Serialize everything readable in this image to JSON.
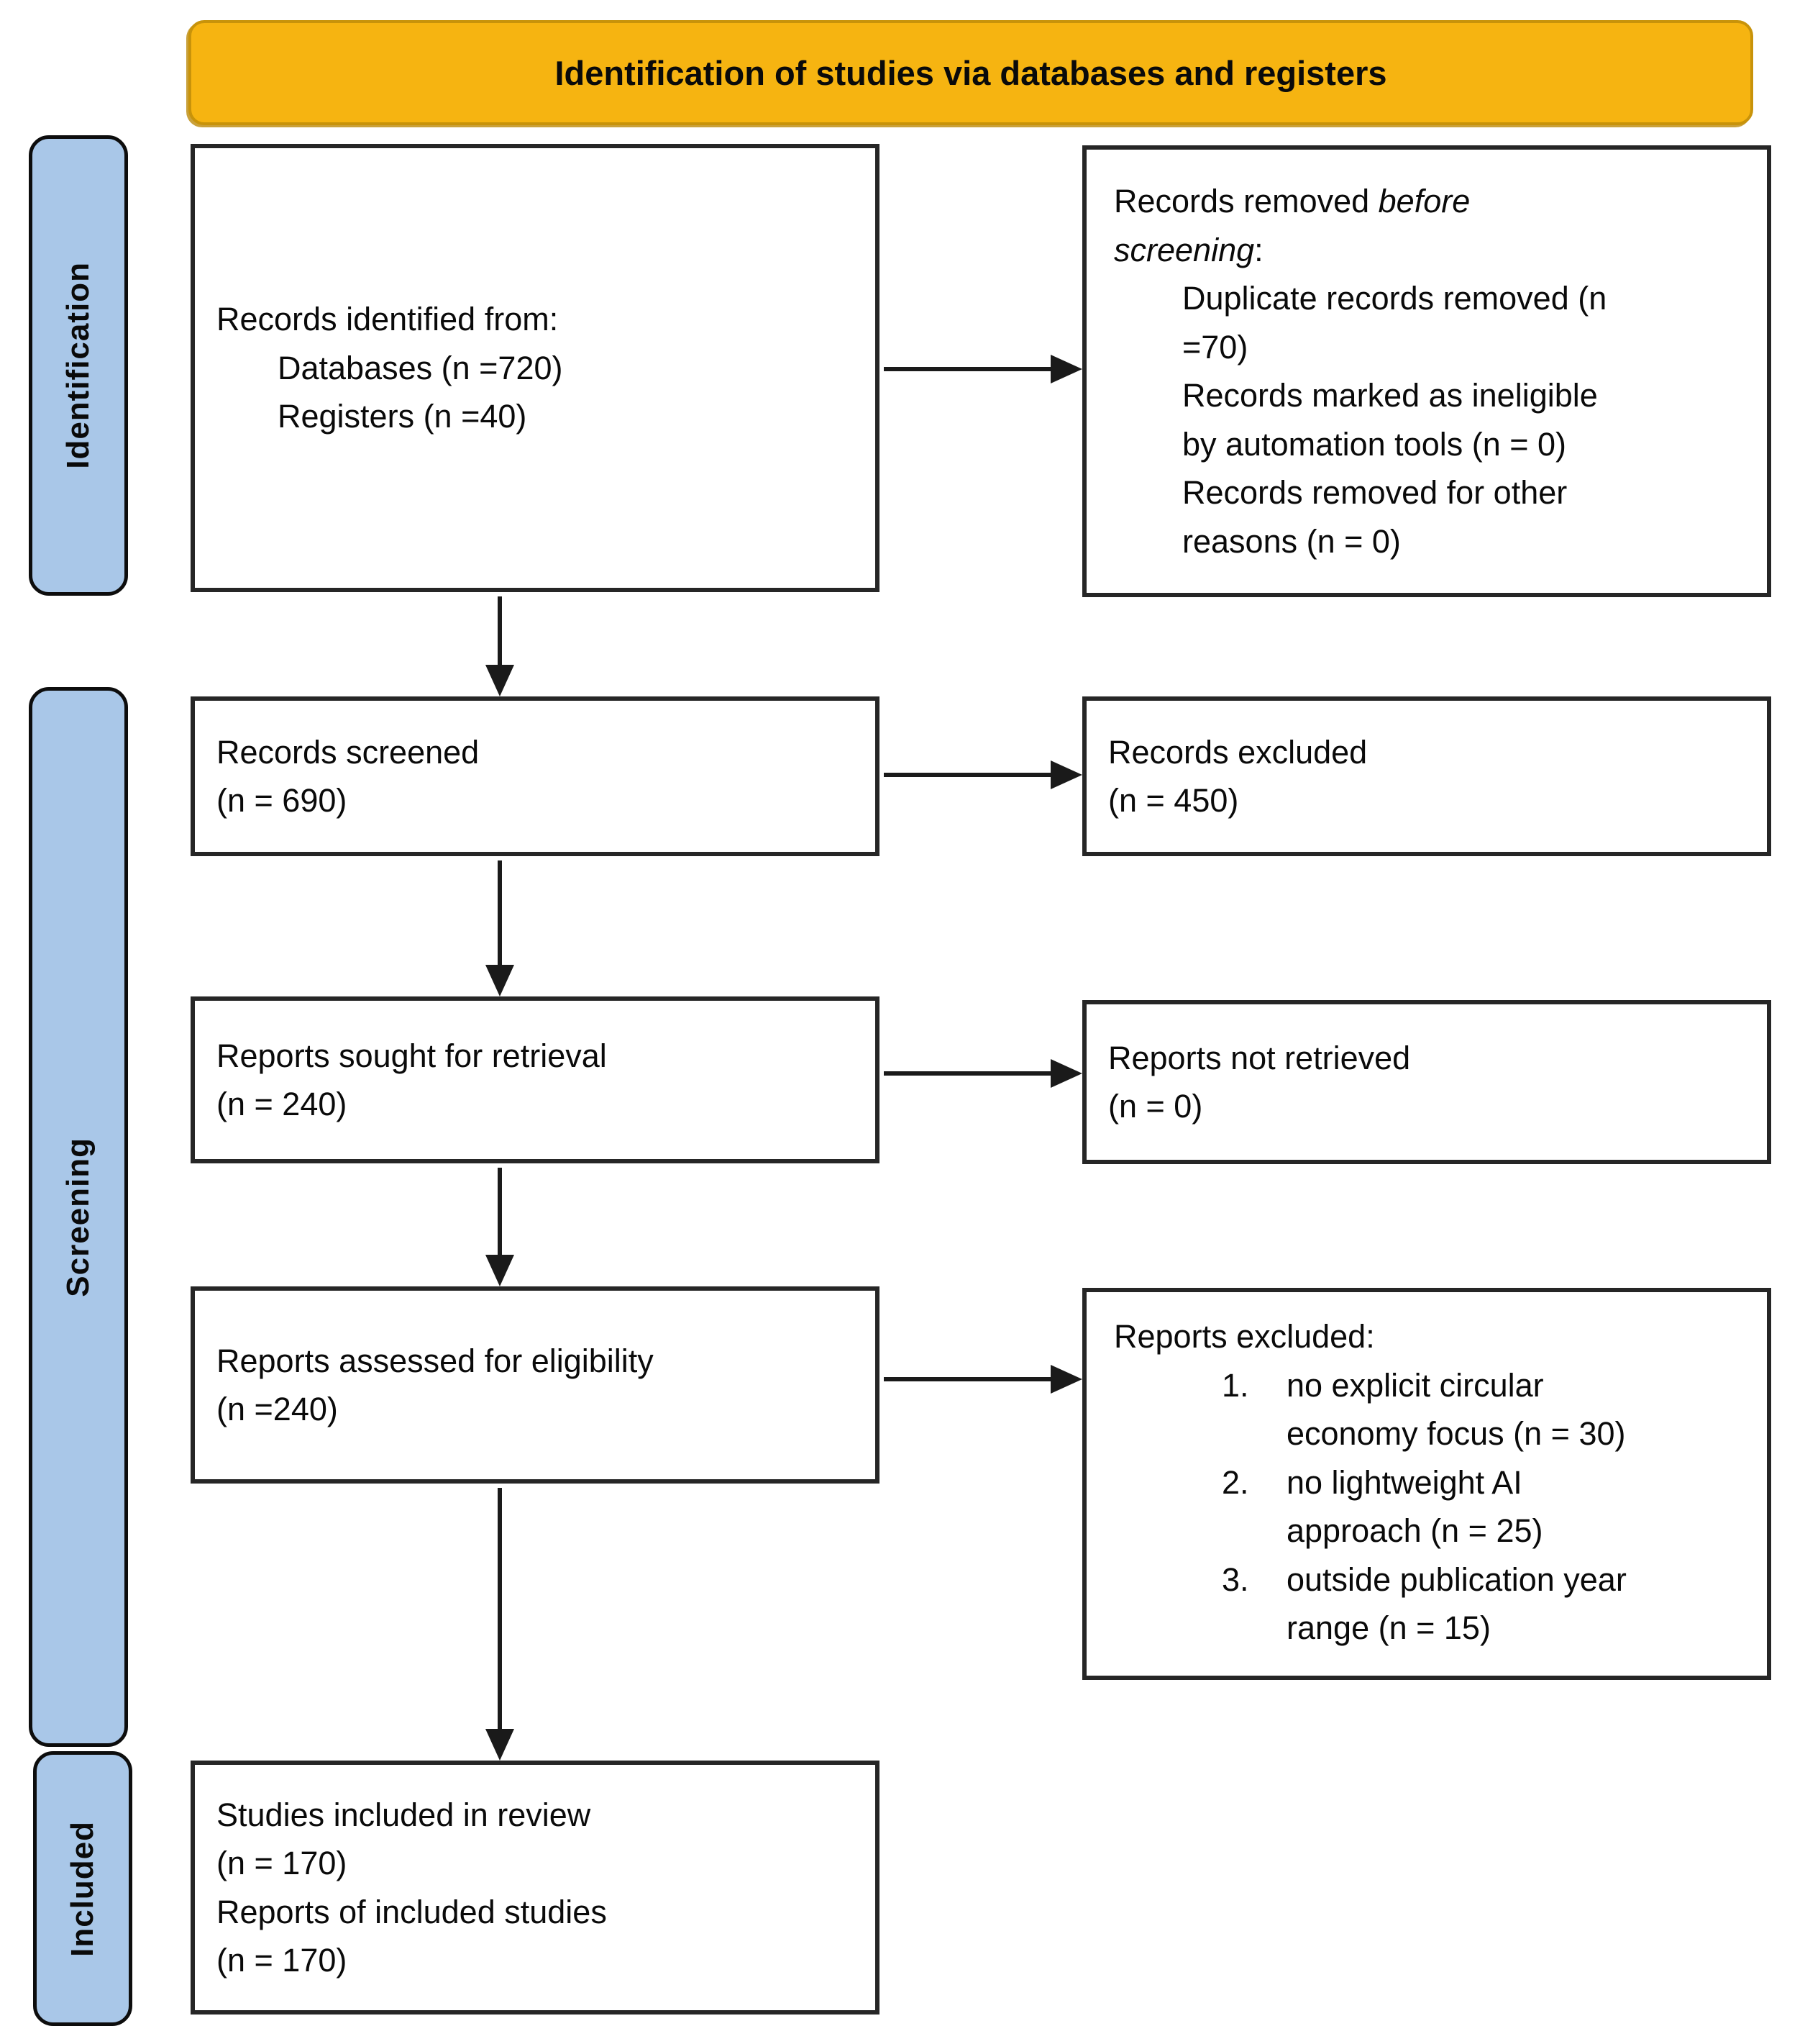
{
  "banner": {
    "title": "Identification of studies via databases and registers"
  },
  "stages": {
    "identification": "Identification",
    "screening": "Screening",
    "included": "Included"
  },
  "boxes": {
    "records_identified": {
      "heading": "Records identified from:",
      "items": [
        "Databases (n =720)",
        "Registers (n =40)"
      ]
    },
    "records_removed": {
      "lead": "Records removed ",
      "lead_italic": "before screening",
      "lead_suffix": ":",
      "items": [
        "Duplicate records removed (n =70)",
        "Records marked as ineligible by automation tools (n = 0)",
        "Records removed for other reasons (n = 0)"
      ]
    },
    "records_screened": "Records screened\n(n = 690)",
    "records_excluded": "Records excluded\n(n = 450)",
    "reports_sought": "Reports sought for retrieval\n(n = 240)",
    "reports_not_retrieved": "Reports not retrieved\n(n = 0)",
    "reports_assessed": "Reports assessed for eligibility\n(n =240)",
    "reports_excluded": {
      "heading": "Reports excluded:",
      "items": [
        {
          "num": "1.",
          "text": "no explicit circular economy focus (n = 30)"
        },
        {
          "num": "2.",
          "text": "no lightweight AI approach (n = 25)"
        },
        {
          "num": "3.",
          "text": "outside publication year range (n = 15)"
        }
      ]
    },
    "studies_included": "Studies included in review\n(n = 170)\nReports of included studies\n(n = 170)"
  },
  "colors": {
    "banner_fill": "#F6B411",
    "banner_border": "#C8930A",
    "stage_fill": "#A9C7E8",
    "box_border": "#262626",
    "arrow": "#1A1A1A"
  }
}
